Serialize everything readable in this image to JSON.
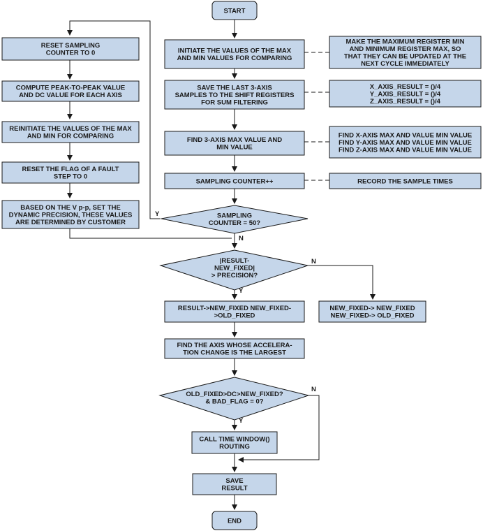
{
  "nodes": {
    "start": [
      "START"
    ],
    "reset_sampling": [
      "RESET SAMPLING",
      "COUNTER TO 0"
    ],
    "compute_pp": [
      "COMPUTE PEAK-TO-PEAK VALUE",
      "AND DC VALUE FOR EACH AXIS"
    ],
    "reinitiate": [
      "REINITIATE THE VALUES OF THE MAX",
      "AND MIN FOR COMPARING"
    ],
    "reset_flag": [
      "RESET THE FLAG OF A FAULT",
      "STEP TO 0"
    ],
    "based_on_vpp": [
      "BASED ON THE V p-p, SET THE",
      "DYNAMIC PRECISION, THESE VALUES",
      "ARE DETERMINED BY CUSTOMER"
    ],
    "initiate": [
      "INITIATE THE VALUES OF THE MAX",
      "AND MIN VALUES FOR COMPARING"
    ],
    "save_last": [
      "SAVE THE LAST 3-AXIS",
      "SAMPLES TO THE SHIFT REGISTERS",
      "FOR SUM FILTERING"
    ],
    "find_max": [
      "FIND 3-AXIS MAX VALUE AND",
      "MIN VALUE"
    ],
    "sampling_counter_inc": [
      "SAMPLING COUNTER++"
    ],
    "sampling_counter_check": [
      "SAMPLING",
      "COUNTER = 50?"
    ],
    "result_check": [
      "|RESULT-",
      "NEW_FIXED|",
      "> PRECISION?"
    ],
    "result_assign": [
      "RESULT->NEW_FIXED NEW_FIXED-",
      ">OLD_FIXED"
    ],
    "new_fixed_assign": [
      "NEW_FIXED-> NEW_FIXED",
      "NEW_FIXED-> OLD_FIXED"
    ],
    "find_axis": [
      "FIND THE AXIS WHOSE ACCELERA-",
      "TION CHANGE IS THE LARGEST"
    ],
    "old_fixed_check": [
      "OLD_FIXED>DC>NEW_FIXED?",
      "& BAD_FLAG = 0?"
    ],
    "call_time_window": [
      "CALL TIME WINDOW()",
      "ROUTING"
    ],
    "save_result": [
      "SAVE",
      "RESULT"
    ],
    "end": [
      "END"
    ]
  },
  "notes": {
    "make_max": [
      "MAKE THE MAXIMUM REGISTER MIN",
      "AND MINIMUM REGISTER MAX, SO",
      "THAT THEY CAN BE UPDATED AT THE",
      "NEXT CYCLE IMMEDIATELY"
    ],
    "axis_results": [
      "X_AXIS_RESULT = ()/4",
      "Y_AXIS_RESULT = ()/4",
      "Z_AXIS_RESULT = ()/4"
    ],
    "find_axis_minmax": [
      "FIND X-AXIS MAX AND VALUE MIN VALUE",
      "FIND Y-AXIS MAX AND VALUE MIN VALUE",
      "FIND Z-AXIS MAX AND VALUE MIN VALUE"
    ],
    "record_times": [
      "RECORD THE SAMPLE TIMES"
    ]
  },
  "edge_labels": {
    "counter_yes": "Y",
    "counter_no": "N",
    "result_yes": "Y",
    "result_no": "N",
    "old_fixed_yes": "Y",
    "old_fixed_no": "N"
  }
}
